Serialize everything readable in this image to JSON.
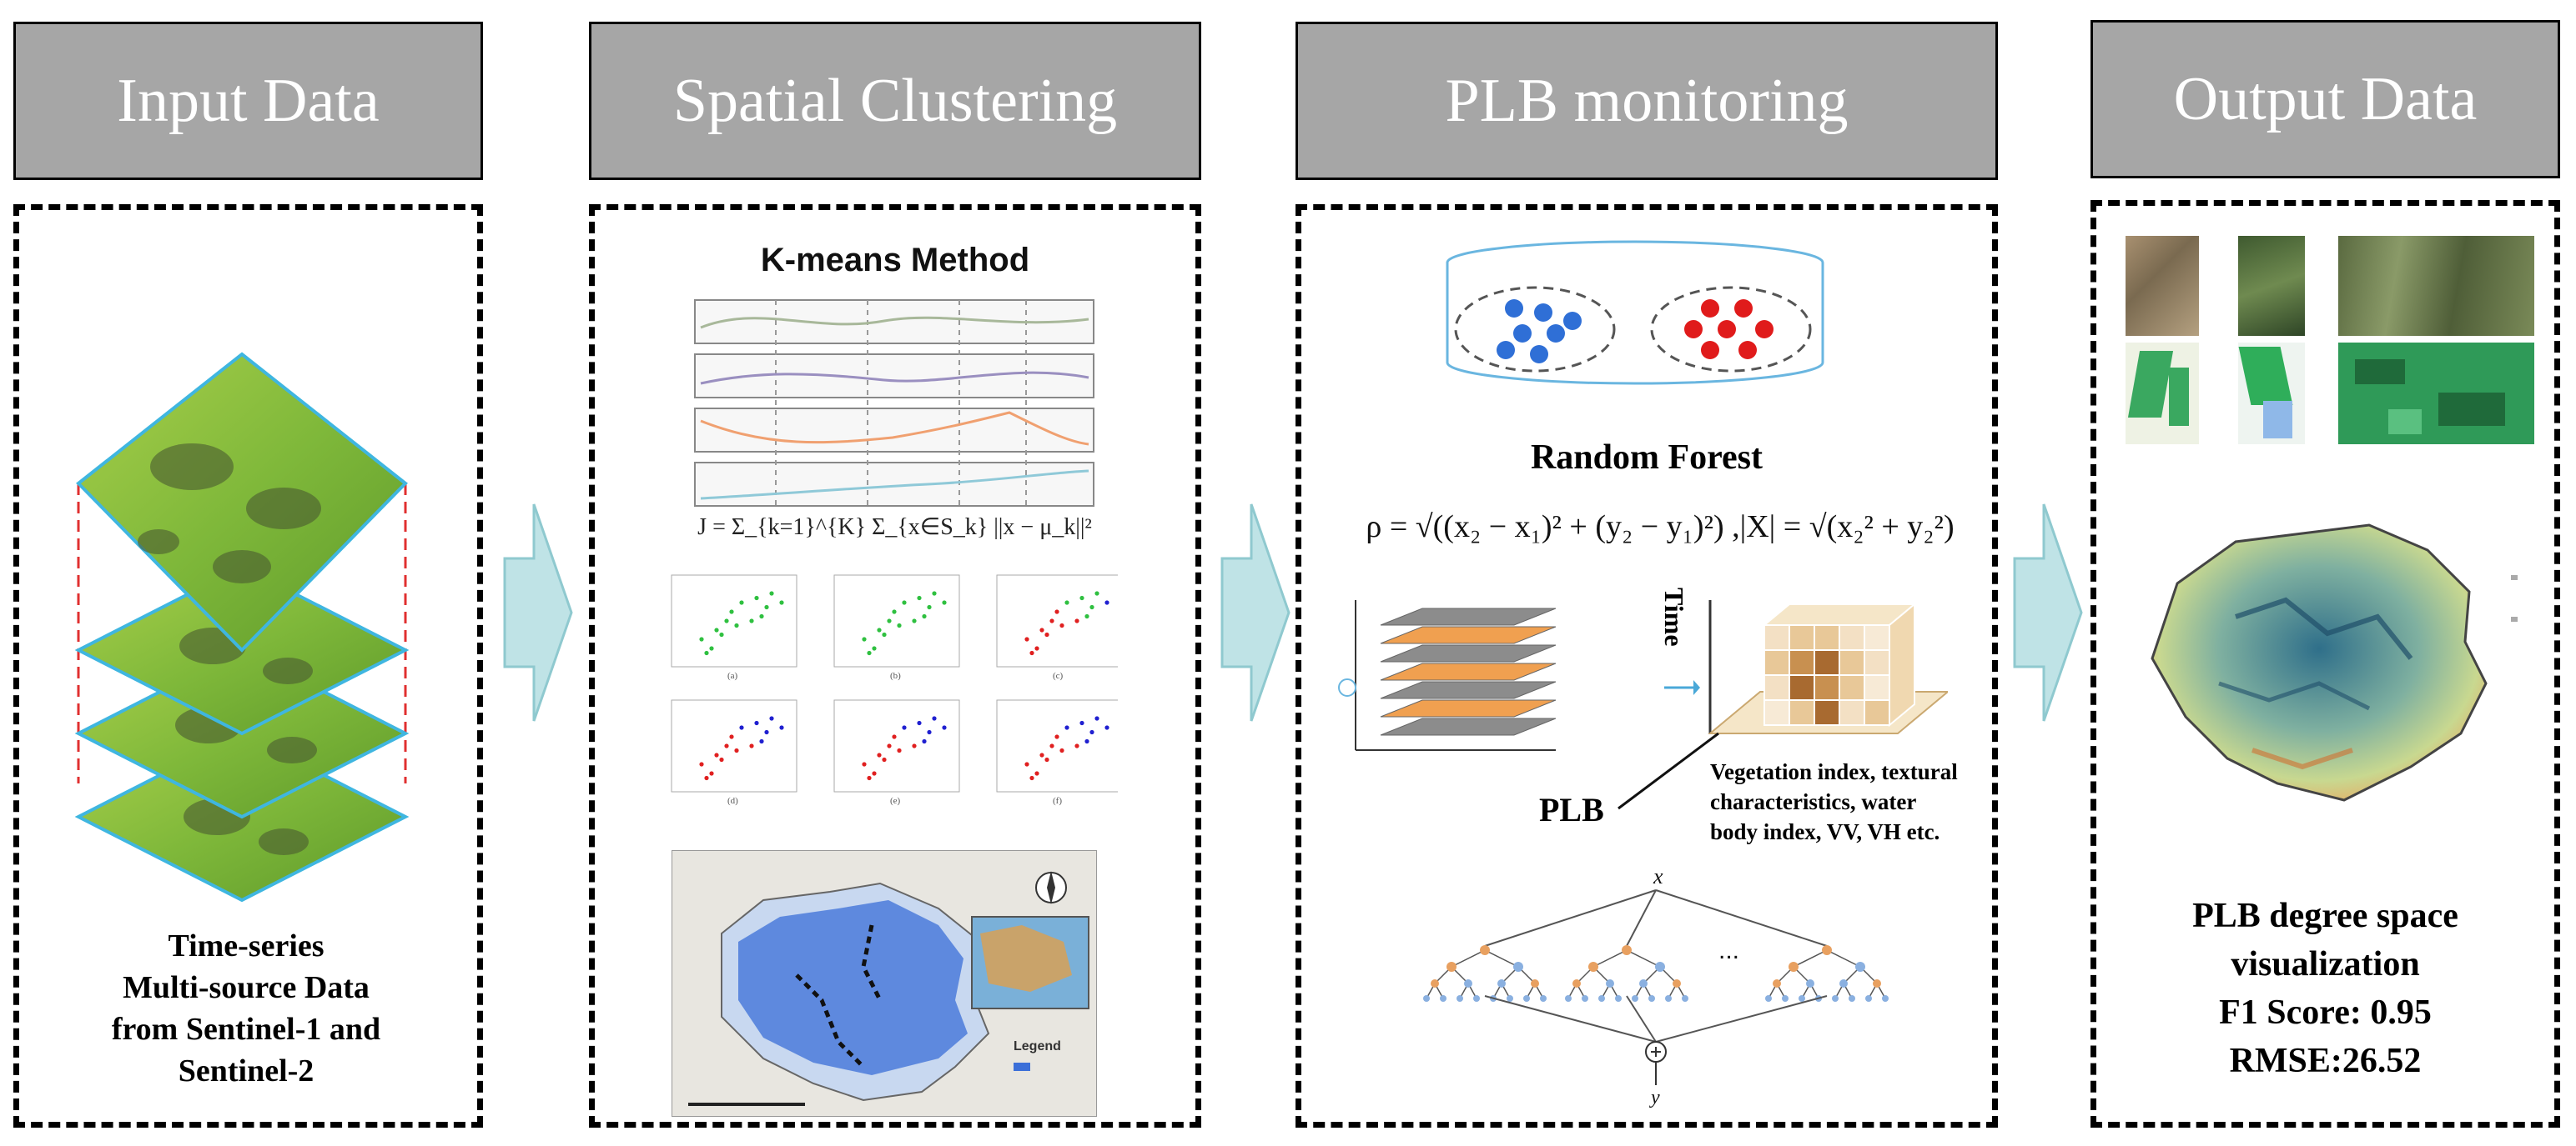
{
  "headers": {
    "input": "Input Data",
    "clustering": "Spatial Clustering",
    "monitoring": "PLB monitoring",
    "output": "Output Data"
  },
  "input_panel": {
    "caption_lines": [
      "Time-series",
      "Multi-source Data",
      "from Sentinel-1 and",
      "Sentinel-2"
    ]
  },
  "clustering_panel": {
    "title": "K-means Method",
    "formula": "J = Σ_{k=1}^{K} Σ_{x∈S_k} ||x − μ_k||²",
    "scatter_labels": [
      "(a)",
      "(b)",
      "(c)",
      "(d)",
      "(e)",
      "(f)"
    ],
    "map_legend_title": "Legend"
  },
  "monitoring_panel": {
    "title": "Random Forest",
    "formula": "ρ = √((x₂ − x₁)² + (y₂ − y₁)²) ,|X| = √(x₂² + y₂²)",
    "time_label": "Time",
    "plb_label": "PLB",
    "features_text": [
      "Vegetation index, textural",
      "characteristics, water",
      "body index, VV, VH etc."
    ],
    "tree_root": "x",
    "tree_output": "y",
    "ellipsis": "..."
  },
  "output_panel": {
    "caption_lines": [
      "PLB degree space",
      "visualization",
      "F1 Score:   0.95",
      "RMSE:26.52"
    ]
  },
  "colors": {
    "header_bg": "#a6a6a6",
    "arrow_fill": "#bfe3e6",
    "arrow_stroke": "#8fc9cf",
    "cluster_blue": "#2f6fd6",
    "cluster_red": "#e01b1b",
    "layer_gray": "#8c8c8c",
    "layer_orange": "#f0a050",
    "vegetation_green": "#7fb83a",
    "map_blue": "#3b6fd8"
  }
}
